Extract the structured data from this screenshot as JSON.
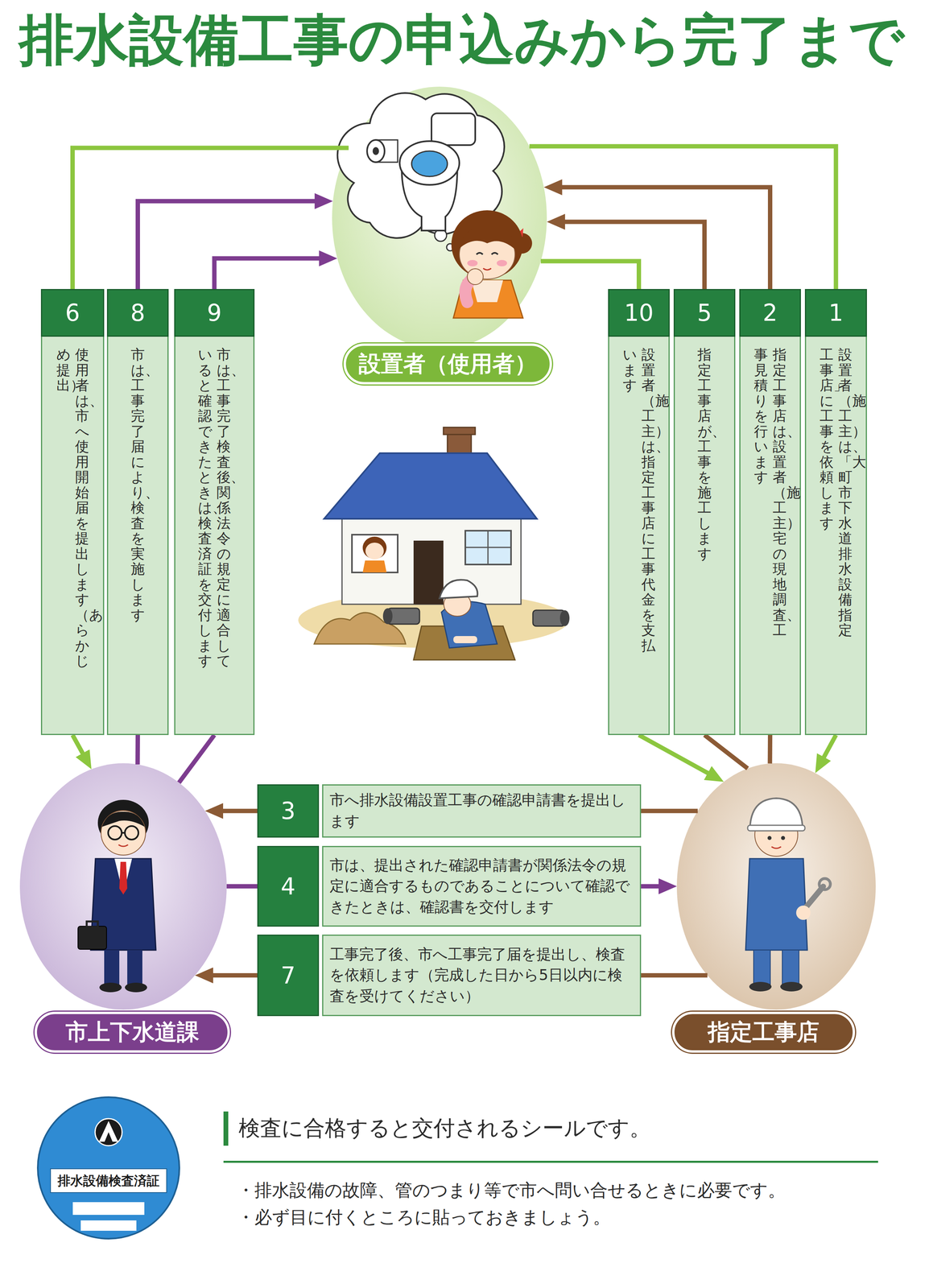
{
  "diagram": {
    "title": "排水設備工事の申込みから完了まで",
    "nodes": [
      {
        "text": [
          "設置者（使用者）"
        ]
      },
      {
        "text": [
          "6",
          "使用者は、市へ使用開始届を提出します（あらかじめ提出）"
        ]
      },
      {
        "text": [
          "8",
          "市は、工事完了届により、検査を実施します"
        ]
      },
      {
        "text": [
          "9",
          "市は、工事完了検査後、関係法令の規定に適合していると確認できたときは、検査済証を交付します"
        ]
      },
      {
        "text": [
          "10",
          "設置者（施工主）は、指定工事店に工事代金を支払います"
        ]
      },
      {
        "text": [
          "5",
          "指定工事店が、工事を施工します"
        ]
      },
      {
        "text": [
          "2",
          "指定工事店は、設置者（施工主）宅の現地調査、工事見積りを行います"
        ]
      },
      {
        "text": [
          "1",
          "設置者（施工主）は、「大町市下水道排水設備指定工事店」に工事を依頼します"
        ]
      },
      {
        "text": [
          "3",
          "市へ排水設備設置工事の確認申請書を提出します"
        ]
      },
      {
        "text": [
          "4",
          "市は、提出された確認申請書が関係法令の規定に適合するものであることについて確認できたときは、確認書を交付します"
        ]
      },
      {
        "text": [
          "7",
          "工事完了後、市へ工事完了届を提出し、検査を依頼します（完成した日から5日以内に検査を受けてください）"
        ]
      },
      {
        "text": [
          "市上下水道課"
        ]
      },
      {
        "text": [
          "指定工事店"
        ]
      },
      {
        "text": [
          "排水設備検査済証"
        ]
      }
    ],
    "edges": [
      {
        "from": 0,
        "to": 1,
        "arrow": "none"
      },
      {
        "from": 1,
        "to": 11,
        "arrow": "to"
      },
      {
        "from": 11,
        "to": 2,
        "arrow": "none"
      },
      {
        "from": 2,
        "to": 0,
        "arrow": "to"
      },
      {
        "from": 11,
        "to": 3,
        "arrow": "none"
      },
      {
        "from": 3,
        "to": 0,
        "arrow": "to"
      },
      {
        "from": 0,
        "to": 4,
        "arrow": "none"
      },
      {
        "from": 4,
        "to": 12,
        "arrow": "to"
      },
      {
        "from": 12,
        "to": 5,
        "arrow": "none"
      },
      {
        "from": 5,
        "to": 0,
        "arrow": "to"
      },
      {
        "from": 12,
        "to": 6,
        "arrow": "none"
      },
      {
        "from": 6,
        "to": 0,
        "arrow": "to"
      },
      {
        "from": 0,
        "to": 7,
        "arrow": "none"
      },
      {
        "from": 7,
        "to": 12,
        "arrow": "to"
      },
      {
        "from": 12,
        "to": 8,
        "arrow": "none"
      },
      {
        "from": 8,
        "to": 11,
        "arrow": "to"
      },
      {
        "from": 11,
        "to": 9,
        "arrow": "none"
      },
      {
        "from": 9,
        "to": 12,
        "arrow": "to"
      },
      {
        "from": 12,
        "to": 10,
        "arrow": "none"
      },
      {
        "from": 10,
        "to": 11,
        "arrow": "to"
      }
    ],
    "labels": [
      "検査に合格すると交付されるシールです。",
      "・排水設備の故障、管のつまり等で市へ問い合せるときに必要です。",
      "・必ず目に付くところに貼っておきましょう。"
    ]
  }
}
